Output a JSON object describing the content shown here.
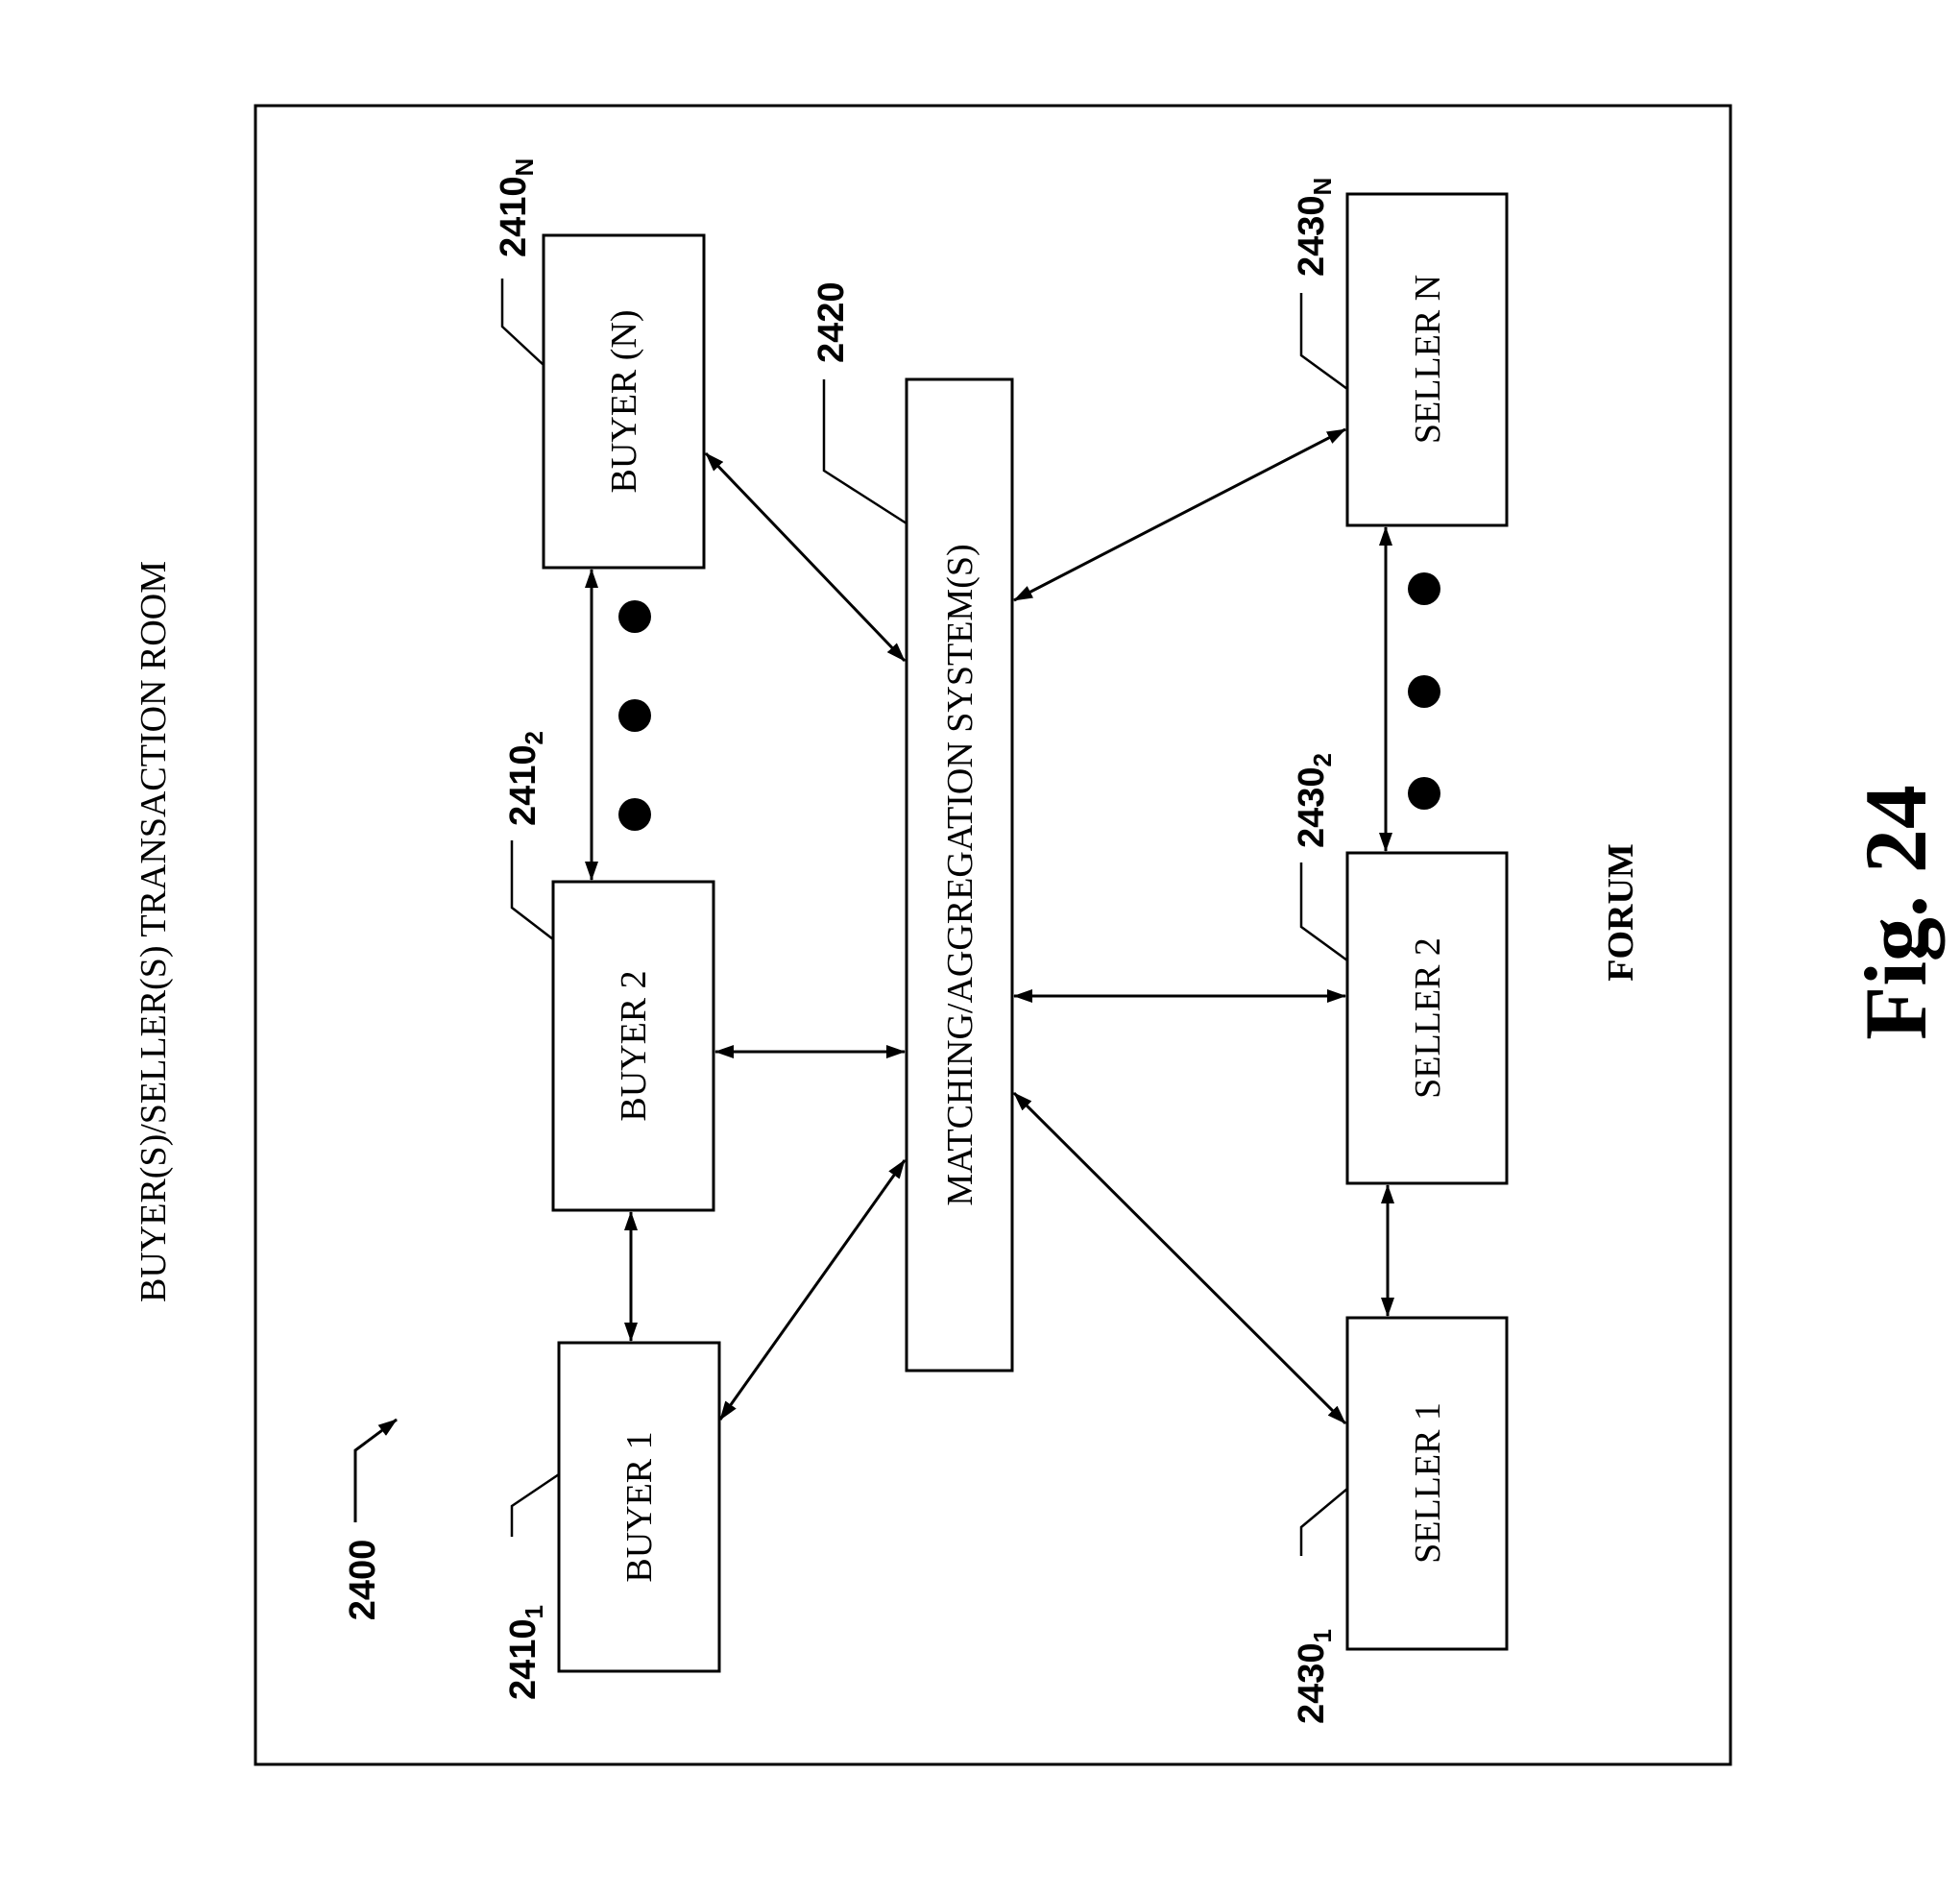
{
  "title": "BUYER(S)/SELLER(S) TRANSACTION ROOM",
  "forum_label": "FORUM",
  "figure_label": "Fig. 24",
  "system_ref": "2400",
  "matching": {
    "label": "MATCHING/AGGREGATION SYSTEM(S)",
    "ref": "2420"
  },
  "buyers": [
    {
      "label": "BUYER 1",
      "ref": "2410",
      "sub": "1"
    },
    {
      "label": "BUYER 2",
      "ref": "2410",
      "sub": "2"
    },
    {
      "label": "BUYER (N)",
      "ref": "2410",
      "sub": "N"
    }
  ],
  "sellers": [
    {
      "label": "SELLER 1",
      "ref": "2430",
      "sub": "1"
    },
    {
      "label": "SELLER 2",
      "ref": "2430",
      "sub": "2"
    },
    {
      "label": "SELLER N",
      "ref": "2430",
      "sub": "N"
    }
  ]
}
